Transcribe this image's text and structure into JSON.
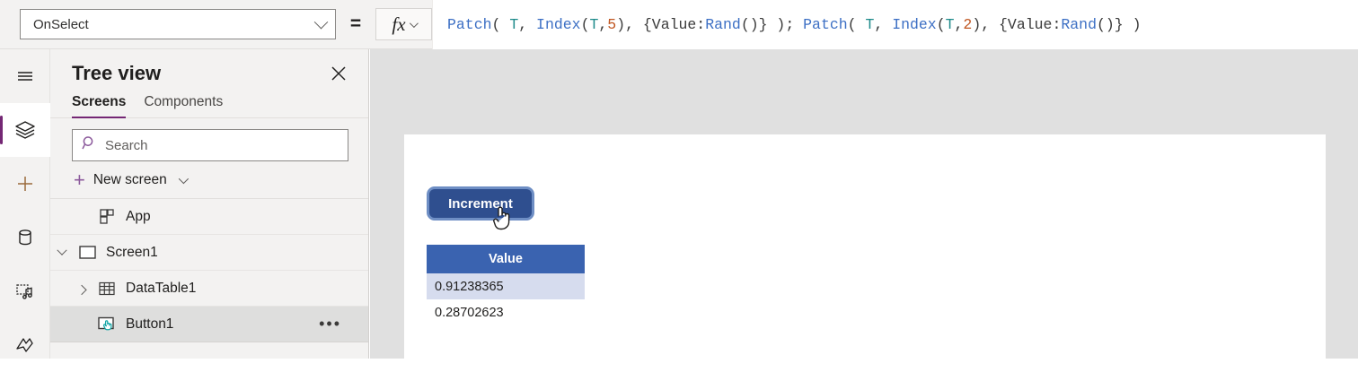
{
  "formula_bar": {
    "property_label": "OnSelect",
    "equals": "=",
    "fx_label": "fx",
    "formula_tokens": [
      {
        "t": "Patch",
        "c": "fn"
      },
      {
        "t": "( ",
        "c": "pl"
      },
      {
        "t": "T",
        "c": "id"
      },
      {
        "t": ", ",
        "c": "pl"
      },
      {
        "t": "Index",
        "c": "fn"
      },
      {
        "t": "(",
        "c": "pl"
      },
      {
        "t": "T",
        "c": "id"
      },
      {
        "t": ",",
        "c": "pl"
      },
      {
        "t": "5",
        "c": "num"
      },
      {
        "t": "), {Value:",
        "c": "pl"
      },
      {
        "t": "Rand",
        "c": "fn"
      },
      {
        "t": "()} ); ",
        "c": "pl"
      },
      {
        "t": "Patch",
        "c": "fn"
      },
      {
        "t": "( ",
        "c": "pl"
      },
      {
        "t": "T",
        "c": "id"
      },
      {
        "t": ", ",
        "c": "pl"
      },
      {
        "t": "Index",
        "c": "fn"
      },
      {
        "t": "(",
        "c": "pl"
      },
      {
        "t": "T",
        "c": "id"
      },
      {
        "t": ",",
        "c": "pl"
      },
      {
        "t": "2",
        "c": "num"
      },
      {
        "t": "), {Value:",
        "c": "pl"
      },
      {
        "t": "Rand",
        "c": "fn"
      },
      {
        "t": "()} )",
        "c": "pl"
      }
    ],
    "formula_text": "Patch( T, Index(T,5), {Value:Rand()} ); Patch( T, Index(T,2), {Value:Rand()} )"
  },
  "icon_rail": {
    "items": [
      {
        "icon": "hamburger-menu-icon",
        "active": false
      },
      {
        "icon": "tree-view-layers-icon",
        "active": true
      },
      {
        "icon": "insert-plus-icon",
        "active": false
      },
      {
        "icon": "data-cylinder-icon",
        "active": false
      },
      {
        "icon": "media-icon",
        "active": false
      },
      {
        "icon": "power-automate-icon",
        "active": false
      }
    ],
    "accent_color": "#742774"
  },
  "tree_view": {
    "title": "Tree view",
    "close_label": "✕",
    "tabs": [
      {
        "label": "Screens",
        "active": true
      },
      {
        "label": "Components",
        "active": false
      }
    ],
    "search": {
      "placeholder": "Search"
    },
    "new_screen": {
      "label": "New screen"
    },
    "rows": [
      {
        "label": "App",
        "icon": "app-grid-icon",
        "indent": 1,
        "twisty": "none",
        "selected": false,
        "overflow": false
      },
      {
        "label": "Screen1",
        "icon": "screen-rect-icon",
        "indent": 0,
        "twisty": "down",
        "selected": false,
        "overflow": false
      },
      {
        "label": "DataTable1",
        "icon": "datatable-grid-icon",
        "indent": 1,
        "twisty": "right",
        "selected": false,
        "overflow": false
      },
      {
        "label": "Button1",
        "icon": "button-hand-icon",
        "indent": 2,
        "twisty": "none",
        "selected": true,
        "overflow": true,
        "overflow_label": "•••"
      }
    ]
  },
  "canvas": {
    "button": {
      "label": "Increment",
      "fill": "#2f4f8f",
      "selection_border": "#6e8ec4"
    },
    "cursor": "hand-pointer-cursor",
    "table": {
      "header": "Value",
      "header_fill": "#3a63b0",
      "alt_row_fill": "#d6dcee",
      "rows": [
        "0.91238365",
        "0.28702623"
      ]
    }
  }
}
